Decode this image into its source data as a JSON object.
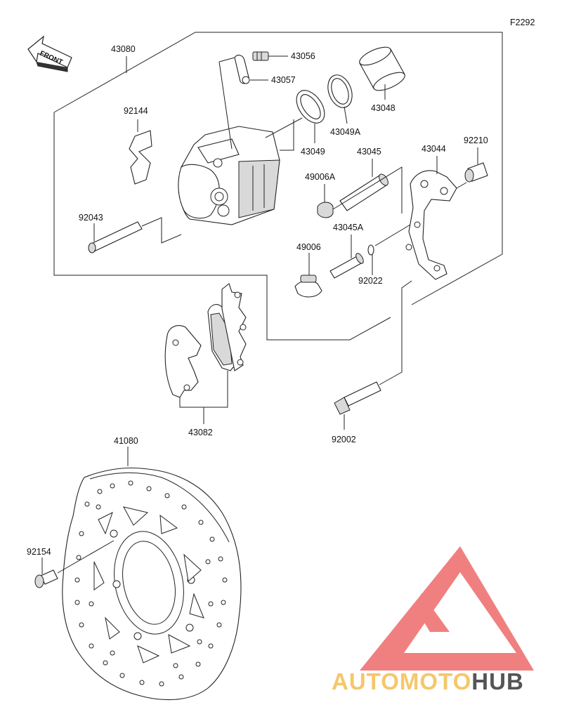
{
  "figure_code": "F2292",
  "front_label": "FRONT",
  "watermark": {
    "text_main": "AUTOMOTO",
    "text_accent": "HUB",
    "color_main": "#F5C76B",
    "color_accent": "#555555",
    "logo_color": "#F08080"
  },
  "parts": {
    "p43080": "43080",
    "p43056": "43056",
    "p43057": "43057",
    "p43048": "43048",
    "p43049A": "43049A",
    "p43049": "43049",
    "p92144": "92144",
    "p43045": "43045",
    "p43044": "43044",
    "p92210": "92210",
    "p49006A": "49006A",
    "p92043": "92043",
    "p43045A": "43045A",
    "p49006": "49006",
    "p92022": "92022",
    "p43082": "43082",
    "p92002": "92002",
    "p41080": "41080",
    "p92154": "92154"
  }
}
